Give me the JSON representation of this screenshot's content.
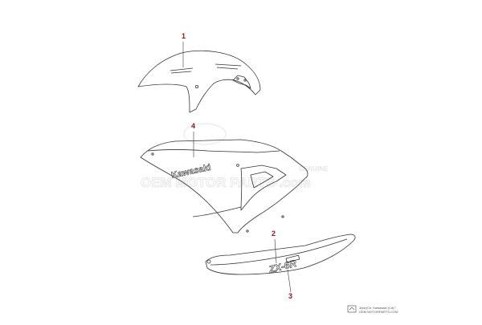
{
  "callouts": [
    {
      "id": "1",
      "label": "1"
    },
    {
      "id": "4",
      "label": "4"
    },
    {
      "id": "2",
      "label": "2"
    },
    {
      "id": "3",
      "label": "3"
    }
  ],
  "decal_text": {
    "brand": "Kawasaki",
    "model": "ZX-6R"
  },
  "watermark": {
    "text": "OEM MOTOR PARTS .com",
    "side_text": "GENUINE"
  },
  "footer": {
    "line1": "3(ksr)Cit. Kawasaki (Cd)?",
    "line2": "OEM MOTORPARTS.COM"
  },
  "colors": {
    "stroke": "#333333",
    "callout": "#8b1a1a",
    "watermark": "#cccccc"
  }
}
